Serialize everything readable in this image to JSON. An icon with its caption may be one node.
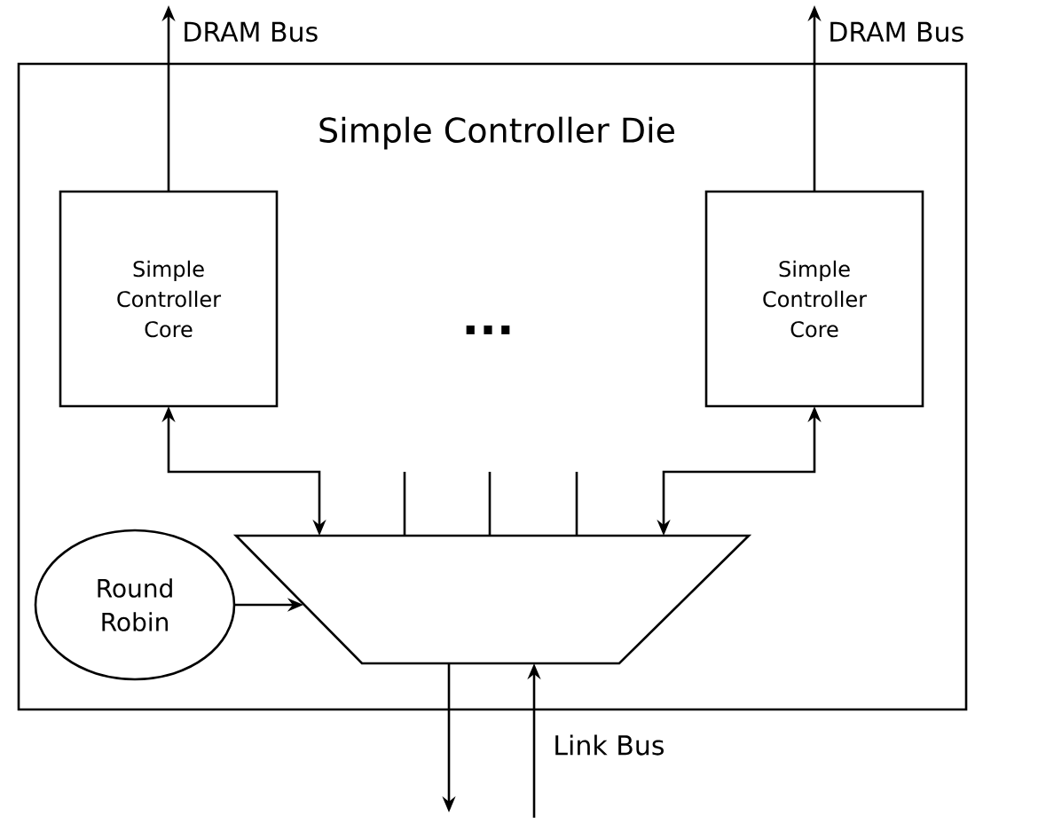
{
  "diagram": {
    "nodes": [
      {
        "text": [
          "Simple Controller Die"
        ]
      },
      {
        "text": [
          "Simple Controller Core"
        ],
        "in": 0
      },
      {
        "text": [
          "Simple Controller Core"
        ],
        "in": 0
      },
      {
        "text": [
          "Round Robin"
        ],
        "in": 0
      },
      {
        "text": [],
        "shape": "trapezoid",
        "in": 0
      }
    ],
    "edges": [
      {
        "from": 1,
        "to": null,
        "arrow": "to",
        "label": "DRAM Bus"
      },
      {
        "from": 2,
        "to": null,
        "arrow": "to",
        "label": "DRAM Bus"
      },
      {
        "from": 1,
        "to": 4,
        "arrow": "both"
      },
      {
        "from": 2,
        "to": 4,
        "arrow": "both"
      },
      {
        "from": 3,
        "to": 4,
        "arrow": "to"
      },
      {
        "from": 4,
        "to": null,
        "arrow": "none"
      },
      {
        "from": 4,
        "to": null,
        "arrow": "none"
      },
      {
        "from": 4,
        "to": null,
        "arrow": "none"
      },
      {
        "from": 4,
        "to": null,
        "arrow": "to"
      },
      {
        "from": null,
        "to": 4,
        "arrow": "to",
        "label": "Link Bus"
      }
    ],
    "labels": [
      "..."
    ]
  }
}
